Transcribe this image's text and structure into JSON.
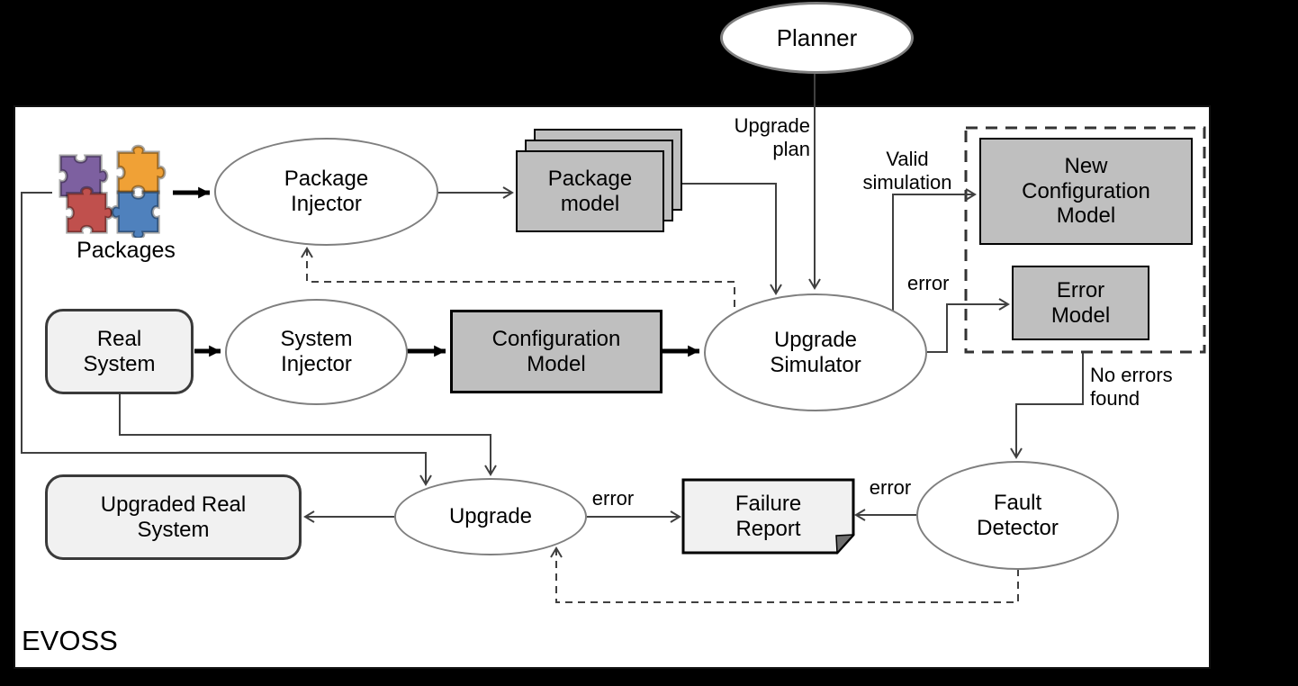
{
  "diagram": {
    "frame_label": "EVOSS",
    "nodes": {
      "planner": {
        "label": "Planner"
      },
      "packages": {
        "label": "Packages",
        "piece_colors": [
          "#7d60a0",
          "#f0a136",
          "#c0504d",
          "#4f81bd"
        ]
      },
      "package_injector": {
        "label": "Package\nInjector"
      },
      "package_model": {
        "label": "Package\nmodel"
      },
      "real_system": {
        "label": "Real\nSystem"
      },
      "system_injector": {
        "label": "System\nInjector"
      },
      "configuration_model": {
        "label": "Configuration\nModel"
      },
      "upgrade_simulator": {
        "label": "Upgrade\nSimulator"
      },
      "new_configuration_model": {
        "label": "New\nConfiguration\nModel"
      },
      "error_model": {
        "label": "Error\nModel"
      },
      "fault_detector": {
        "label": "Fault\nDetector"
      },
      "upgrade": {
        "label": "Upgrade"
      },
      "upgraded_real_system": {
        "label": "Upgraded Real\nSystem"
      },
      "failure_report": {
        "label": "Failure\nReport"
      }
    },
    "edge_labels": {
      "upgrade_plan": "Upgrade\nplan",
      "valid_simulation": "Valid\nsimulation",
      "error_simulation": "error",
      "no_errors_found": "No errors\nfound",
      "error_upgrade": "error",
      "error_fault_detector": "error"
    },
    "colors": {
      "background": "#000000",
      "canvas": "#ffffff",
      "model_box_fill": "#bfbfbf",
      "artifact_box_fill": "#f1f1f1",
      "ellipse_border": "#7f7f7f",
      "connector": "#404040"
    }
  }
}
